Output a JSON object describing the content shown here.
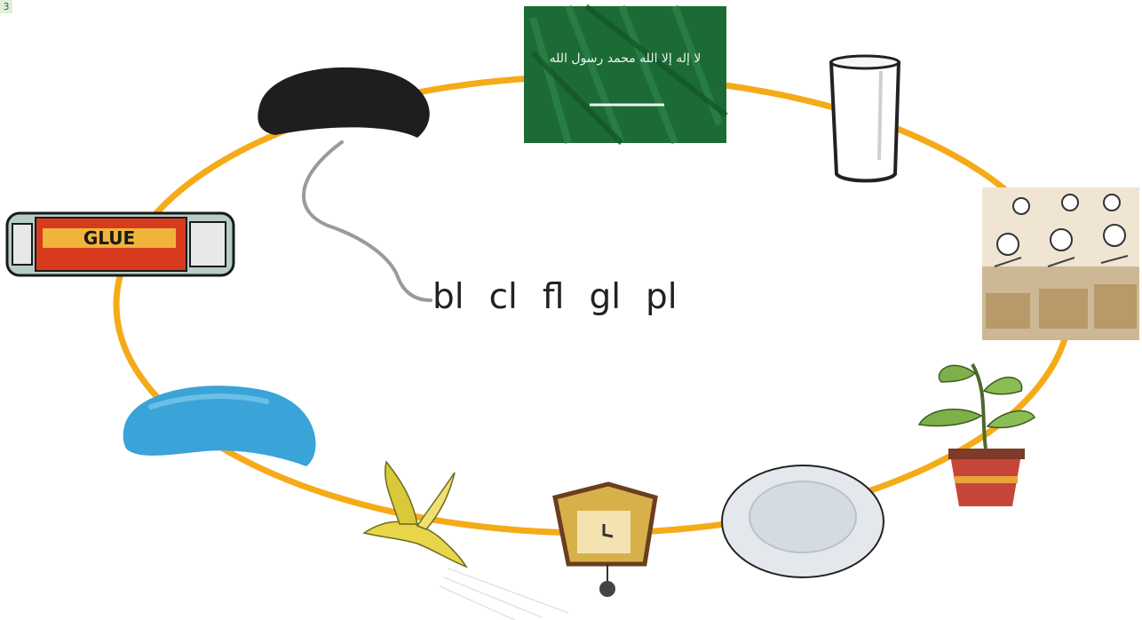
{
  "page": {
    "number": "3"
  },
  "activity": {
    "blends": [
      "bl",
      "cl",
      "fl",
      "gl",
      "pl"
    ],
    "pictures": [
      {
        "name": "black-bean-icon",
        "word": "black"
      },
      {
        "name": "flag-icon",
        "word": "flag",
        "flag_text": "لا إله إلا الله محمد رسول الله"
      },
      {
        "name": "glass-icon",
        "word": "glass"
      },
      {
        "name": "class-icon",
        "word": "class"
      },
      {
        "name": "plant-icon",
        "word": "plant"
      },
      {
        "name": "plate-icon",
        "word": "plate"
      },
      {
        "name": "clock-icon",
        "word": "clock"
      },
      {
        "name": "bird-icon",
        "word": "fly"
      },
      {
        "name": "blue-bean-icon",
        "word": "blue"
      },
      {
        "name": "glue-icon",
        "word": "glue",
        "label": "GLUE"
      }
    ]
  },
  "colors": {
    "ring": "#f5ab18",
    "connector": "#9a9a9a",
    "flag": "#1c6b36",
    "blue_bean": "#3aa3d8",
    "black_bean": "#1e1e1e"
  }
}
